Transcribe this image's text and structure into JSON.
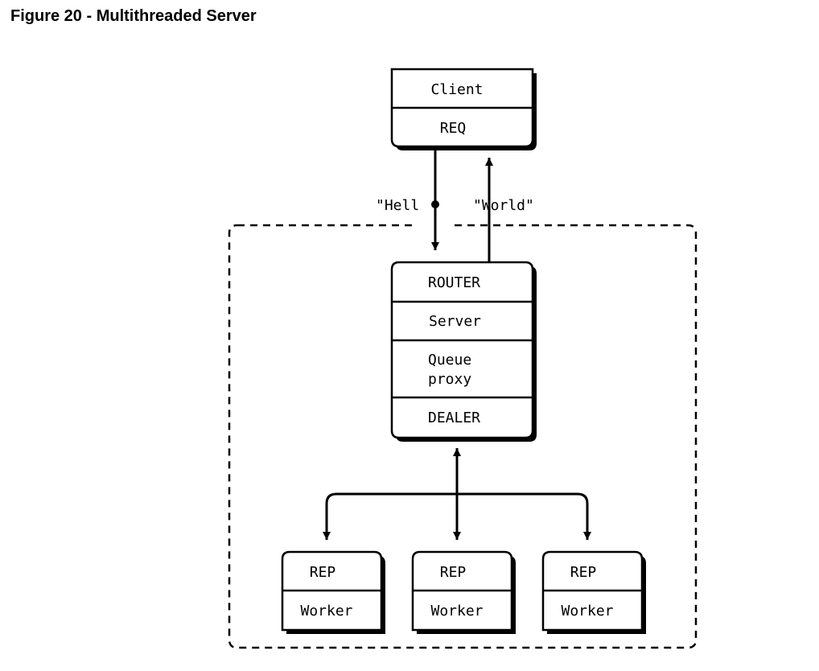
{
  "figure": {
    "title": "Figure 20 - Multithreaded Server"
  },
  "client": {
    "name": "Client",
    "socket": "REQ"
  },
  "messages": {
    "request": "\"Hell",
    "reply": "\"World\""
  },
  "server": {
    "frontend": "ROUTER",
    "name": "Server",
    "queue_line1": "Queue",
    "queue_line2": "proxy",
    "backend": "DEALER"
  },
  "workers": [
    {
      "socket": "REP",
      "name": "Worker"
    },
    {
      "socket": "REP",
      "name": "Worker"
    },
    {
      "socket": "REP",
      "name": "Worker"
    }
  ],
  "colors": {
    "stroke": "#000000",
    "fill": "#ffffff"
  }
}
